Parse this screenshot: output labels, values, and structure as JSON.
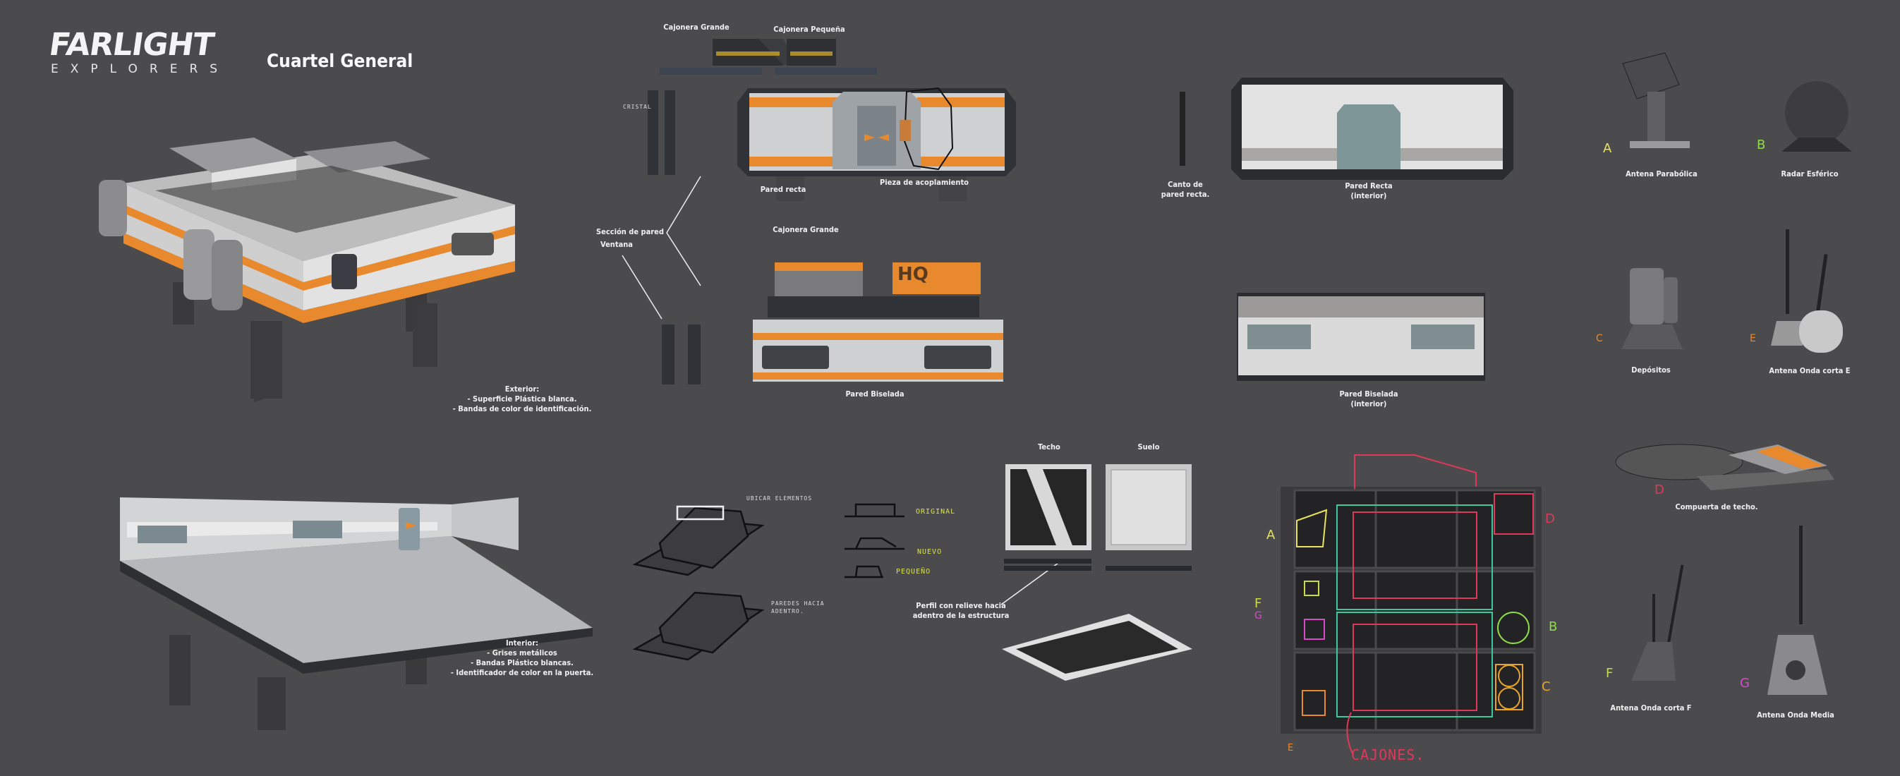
{
  "header": {
    "logo_main": "FARLIGHT",
    "logo_sub": "EXPLORERS",
    "title": "Cuartel General"
  },
  "exterior": {
    "heading": "Exterior:",
    "lines": [
      "- Superficie Plástica blanca.",
      "- Bandas de color de identificación."
    ]
  },
  "interior": {
    "heading": "Interior:",
    "lines": [
      "- Grises metálicos",
      "- Bandas Plástico blancas.",
      "- Identificador de color en la puerta."
    ]
  },
  "walls": {
    "cajonera_grande": "Cajonera Grande",
    "cajonera_pequena": "Cajonera Pequeña",
    "cristal": "CRISTAL",
    "pared_recta": "Pared recta",
    "pieza_acoplamiento": "Pieza de acoplamiento",
    "canto_pared": [
      "Canto de",
      "pared recta."
    ],
    "pared_recta_interior": [
      "Pared Recta",
      "(interior)"
    ],
    "seccion_pared": "Sección de pared",
    "ventana": "Ventana",
    "cajonera_grande_2": "Cajonera Grande",
    "pared_biselada": "Pared Biselada",
    "pared_biselada_interior": [
      "Pared Biselada",
      "(interior)"
    ],
    "hq_sign": "HQ"
  },
  "sketches": {
    "ubicar": "UBICAR ELEMENTOS",
    "paredes": [
      "PAREDES HACIA",
      "ADENTRO."
    ],
    "original": "ORIGINAL",
    "nuevo": "NUEVO",
    "pequeno": "PEQUEÑO"
  },
  "tiles": {
    "techo": "Techo",
    "suelo": "Suelo",
    "perfil": [
      "Perfil con relieve hacia",
      "adentro de la estructura"
    ]
  },
  "plan": {
    "labels": [
      "A",
      "B",
      "C",
      "D",
      "E",
      "F",
      "G"
    ],
    "cajones": "CAJONES."
  },
  "props": [
    {
      "letter": "A",
      "name": "Antena Parabólica",
      "color": "#e8e25a"
    },
    {
      "letter": "B",
      "name": "Radar Esférico",
      "color": "#8fdc4a"
    },
    {
      "letter": "C",
      "name": "Depósitos",
      "color": "#e88a2a"
    },
    {
      "letter": "E",
      "name": "Antena Onda corta E",
      "color": "#e88a2a"
    },
    {
      "letter": "D",
      "name": "Compuerta de techo.",
      "color": "#e0385a"
    },
    {
      "letter": "F",
      "name": "Antena Onda corta F",
      "color": "#c8dc48"
    },
    {
      "letter": "G",
      "name": "Antena Onda Media",
      "color": "#d848c8"
    }
  ],
  "colors": {
    "background": "#4b4b4d",
    "accent_orange": "#e8892e",
    "panel_white": "#dcdcdc"
  }
}
